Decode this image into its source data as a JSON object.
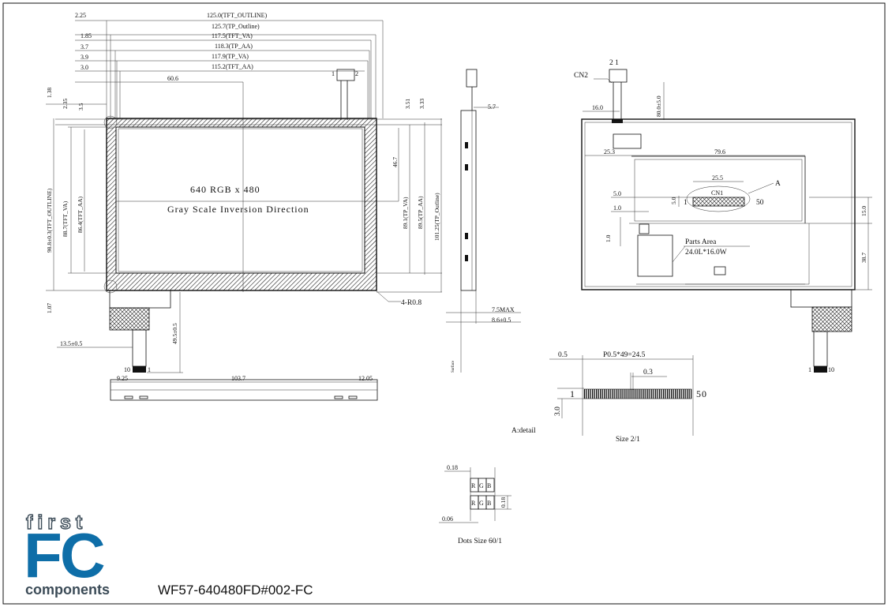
{
  "dims": {
    "tft_outline_w": "125.0(TFT_OUTLINE)",
    "tp_outline_w": "125.7(TP_Outline)",
    "tft_va_w": "117.5(TFT_VA)",
    "tp_aa_w": "118.3(TP_AA)",
    "tp_va_w": "117.9(TP_VA)",
    "tft_aa_w": "115.2(TFT_AA)",
    "left_2_25": "2.25",
    "left_1_85": "1.85",
    "left_3_7": "3.7",
    "left_3_9": "3.9",
    "left_3_0": "3.0",
    "center_60_6": "60.6",
    "v_1_38": "1.38",
    "v_2_35": "2.35",
    "v_3_5": "3.5",
    "v_3_51": "3.51",
    "v_3_33": "3.33",
    "tft_outline_h": "98.8±0.3(TFT_OUTLINE)",
    "tft_va_h": "88.7(TFT_VA)",
    "tft_aa_h": "86.4(TFT_AA)",
    "v_46_7": "46.7",
    "tp_va_h": "89.1(TP_VA)",
    "tp_aa_h": "89.5(TP_AA)",
    "tp_outline_h": "101.25(TP_Outline)",
    "v_1_07": "1.07",
    "radius": "4-R0.8",
    "fpc_len": "49.5±0.5",
    "fpc_w": "13.5±0.5",
    "pin_10": "10",
    "pin_1": "1",
    "b_9_25": "9.25",
    "b_103_7": "103.7",
    "b_12_05": "12.05",
    "side_5_7": "5.7",
    "side_7_5": "7.5MAX",
    "side_8_6": "8.6±0.5",
    "side_note": "Surface",
    "cn2": "CN2",
    "cn2_pins": "2 1",
    "cn2_pin1": "1",
    "cn2_pin2": "2",
    "r_16_0": "16.0",
    "r_80": "80.0±5.0",
    "r_25_3": "25.3",
    "r_79_6": "79.6",
    "r_25_5": "25.5",
    "cn1": "CN1",
    "r_a": "A",
    "r_5_0": "5.0",
    "r_5_0b": "5.0",
    "r_1": "1",
    "r_50": "50",
    "r_1_0": "1.0",
    "r_1_0b": "1.0",
    "r_15_0": "15.0",
    "r_38_7": "38.7",
    "parts_area": "Parts Area",
    "parts_size": "24.0L*16.0W",
    "r_pin1": "1",
    "r_pin10": "10",
    "d_0_5": "0.5",
    "d_pitch": "P0.5*49=24.5",
    "d_0_3": "0.3",
    "d_1": "1",
    "d_50": "50",
    "d_3_0": "3.0",
    "d_detail": "A:detail",
    "d_size": "Size 2/1",
    "dot_0_18": "0.18",
    "dot_0_18b": "0.18",
    "dot_0_06": "0.06",
    "dot_r": "R",
    "dot_g": "G",
    "dot_b": "B",
    "dot_size": "Dots Size 60/1"
  },
  "display": {
    "resolution": "640  RGB x 480",
    "inversion": "Gray Scale Inversion Direction"
  },
  "logo": {
    "top": "first",
    "mid": "FC",
    "bottom": "components"
  },
  "model": "WF57-640480FD#002-FC",
  "colors": {
    "logo_blue": "#0e6ea8",
    "logo_gray": "#3b4b57"
  }
}
